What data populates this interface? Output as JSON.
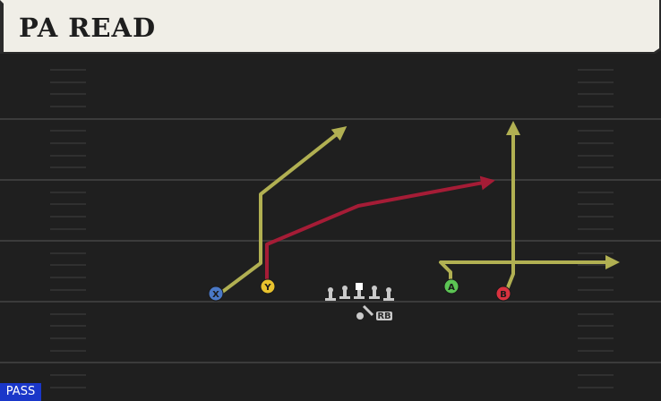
{
  "play": {
    "title": "PA READ"
  },
  "formation": {
    "mode_badge": "PASS",
    "rb_label": "RB"
  },
  "receivers": [
    {
      "id": "X",
      "color": "#4a78c6",
      "route_color": "#b1b052"
    },
    {
      "id": "Y",
      "color": "#e8c22e",
      "route_color": "#a51c36"
    },
    {
      "id": "A",
      "color": "#5cc454",
      "route_color": "#b1b052"
    },
    {
      "id": "B",
      "color": "#d8323f",
      "route_color": "#b1b052"
    }
  ],
  "colors": {
    "field": "#1f1f1f",
    "header": "#f0eee7",
    "yard_line": "#3b3b3b",
    "badge": "#1a37c9"
  }
}
